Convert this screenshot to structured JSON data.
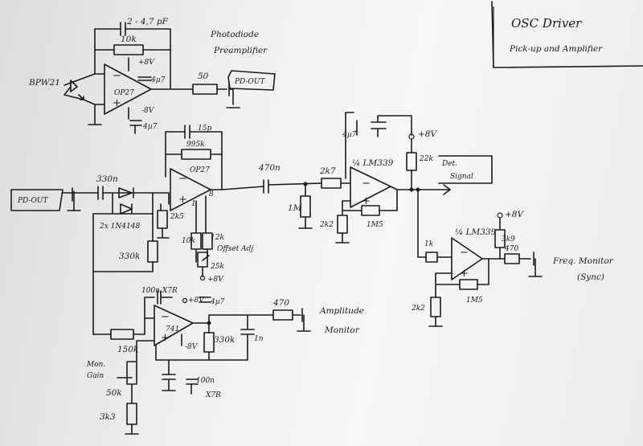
{
  "title_block": {
    "title": "OSC Driver",
    "subtitle": "Pick-up and Amplifier"
  },
  "preamp": {
    "section_label_1": "Photodiode",
    "section_label_2": "Preamplifier",
    "feedback_cap": "2 - 4,7 pF",
    "feedback_res": "10k",
    "photodiode": "BPW21",
    "opamp": "OP27",
    "supply_pos": "+8V",
    "supply_neg": "-8V",
    "decoupling_pos": "4µ7",
    "decoupling_neg": "4µ7",
    "output_res": "50",
    "output_net": "PD-OUT"
  },
  "stage2": {
    "input_net": "PD-OUT",
    "input_cap": "330n",
    "diodes": "2x 1N4148",
    "bias_res": "330k",
    "gnd_res": "2k5",
    "fb_cap": "15p",
    "fb_res": "995k",
    "opamp": "OP27",
    "pin1": "1",
    "pin8": "8",
    "offset_r1": "10k",
    "offset_r2": "12k",
    "offset_pot": "25k",
    "offset_label": "Offset Adj",
    "offset_supply": "+8V"
  },
  "detector": {
    "coupling_cap": "470n",
    "input_res": "2k7",
    "shunt_res": "1M",
    "comparator": "¼ LM339",
    "ref_cap": "4µ7",
    "pullup_res": "22k",
    "supply": "+8V",
    "ref_gnd_res": "2k2",
    "hysteresis_res": "1M5",
    "output_label_1": "Det.",
    "output_label_2": "Signal"
  },
  "freq_monitor": {
    "input_res": "1k",
    "comparator": "¼ LM339",
    "supply": "+8V",
    "pullup_res": "3k9",
    "output_res": "470",
    "hysteresis_res": "1M5",
    "gnd_res": "2k2",
    "output_label_1": "Freq. Monitor",
    "output_label_2": "(Sync)"
  },
  "amp_monitor": {
    "opamp": "741",
    "input_res": "150k",
    "feedback_cap": "100n X7R",
    "supply_pos": "+8V",
    "supply_neg": "-8V",
    "decoupling": "4µ7",
    "feedback_res": "330k",
    "filter_cap": "1n",
    "output_res": "470",
    "output_label_1": "Amplitude",
    "output_label_2": "Monitor",
    "gain_label_1": "Mon.",
    "gain_label_2": "Gain",
    "gain_pot": "50k",
    "gain_res": "3k3",
    "bypass_cap": "100n",
    "bypass_type": "X7R"
  }
}
